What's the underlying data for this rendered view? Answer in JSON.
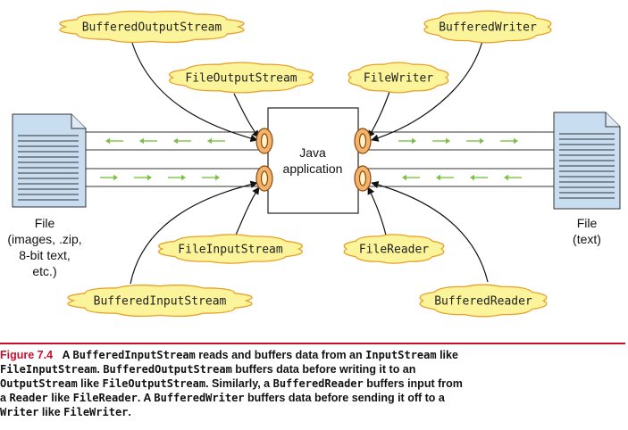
{
  "streams": {
    "buffered_output": "BufferedOutputStream",
    "file_output": "FileOutputStream",
    "buffered_writer": "BufferedWriter",
    "file_writer": "FileWriter",
    "file_input": "FileInputStream",
    "buffered_input": "BufferedInputStream",
    "file_reader": "FileReader",
    "buffered_reader": "BufferedReader"
  },
  "java_box": {
    "line1": "Java",
    "line2": "application"
  },
  "left_file": {
    "lines": [
      "File",
      "(images, .zip,",
      "8-bit text,",
      "etc.)"
    ]
  },
  "right_file": {
    "lines": [
      "File",
      "(text)"
    ]
  },
  "caption": {
    "figure_label": "Figure 7.4",
    "lines": [
      [
        "A ",
        "BufferedInputStream",
        " reads and buffers data from an ",
        "InputStream",
        " like"
      ],
      [
        "FileInputStream",
        ". ",
        "BufferedOutputStream",
        " buffers data before writing it to an"
      ],
      [
        "OutputStream",
        " like ",
        "FileOutputStream",
        ". Similarly, a ",
        "BufferedReader",
        " buffers input from"
      ],
      [
        "a ",
        "Reader",
        " like ",
        "FileReader",
        ". A ",
        "BufferedWriter",
        " buffers data before sending it off to a"
      ],
      [
        "Writer",
        " like ",
        "FileWriter",
        "."
      ]
    ]
  },
  "colors": {
    "cloud_fill": "#fbf49a",
    "cloud_stroke": "#e8a028",
    "arrow_green": "#7dc142",
    "lens_fill": "#f5b26b",
    "lens_stroke": "#8a4a10",
    "accent_red": "#c8102e",
    "doc_fill": "#c9ddf0"
  }
}
